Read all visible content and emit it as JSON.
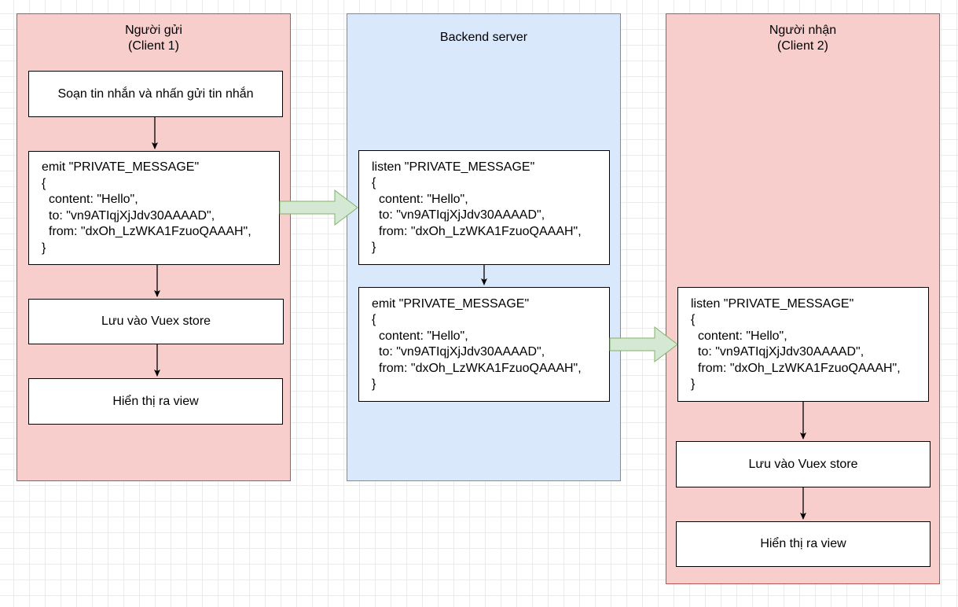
{
  "lanes": {
    "sender": {
      "title": "Người gửi\n(Client 1)"
    },
    "server": {
      "title": "Backend server"
    },
    "receiver": {
      "title": "Người nhận\n(Client 2)"
    }
  },
  "sender": {
    "compose": "Soạn tin nhắn và nhấn gửi tin nhắn",
    "emit": {
      "head": "emit \"PRIVATE_MESSAGE\"",
      "open": "{",
      "content": "content: \"Hello\",",
      "to": "to: \"vn9ATIqjXjJdv30AAAAD\",",
      "from": "from: \"dxOh_LzWKA1FzuoQAAAH\",",
      "close": "}"
    },
    "save": "Lưu vào Vuex store",
    "view": "Hiển thị ra view"
  },
  "server": {
    "listen": {
      "head": "listen \"PRIVATE_MESSAGE\"",
      "open": "{",
      "content": "content: \"Hello\",",
      "to": "to: \"vn9ATIqjXjJdv30AAAAD\",",
      "from": "from: \"dxOh_LzWKA1FzuoQAAAH\",",
      "close": "}"
    },
    "emit": {
      "head": "emit \"PRIVATE_MESSAGE\"",
      "open": "{",
      "content": "content: \"Hello\",",
      "to": "to: \"vn9ATIqjXjJdv30AAAAD\",",
      "from": "from: \"dxOh_LzWKA1FzuoQAAAH\",",
      "close": "}"
    }
  },
  "receiver": {
    "listen": {
      "head": "listen \"PRIVATE_MESSAGE\"",
      "open": "{",
      "content": "content: \"Hello\",",
      "to": "to: \"vn9ATIqjXjJdv30AAAAD\",",
      "from": "from: \"dxOh_LzWKA1FzuoQAAAH\",",
      "close": "}"
    },
    "save": "Lưu vào Vuex store",
    "view": "Hiển thị ra view"
  },
  "colors": {
    "red_lane_fill": "#f8cecc",
    "red_lane_stroke": "#b85450",
    "blue_lane_fill": "#dae8fc",
    "blue_lane_stroke": "#6c8ebf",
    "big_arrow_fill": "#d5e8d4",
    "big_arrow_stroke": "#82b366"
  }
}
